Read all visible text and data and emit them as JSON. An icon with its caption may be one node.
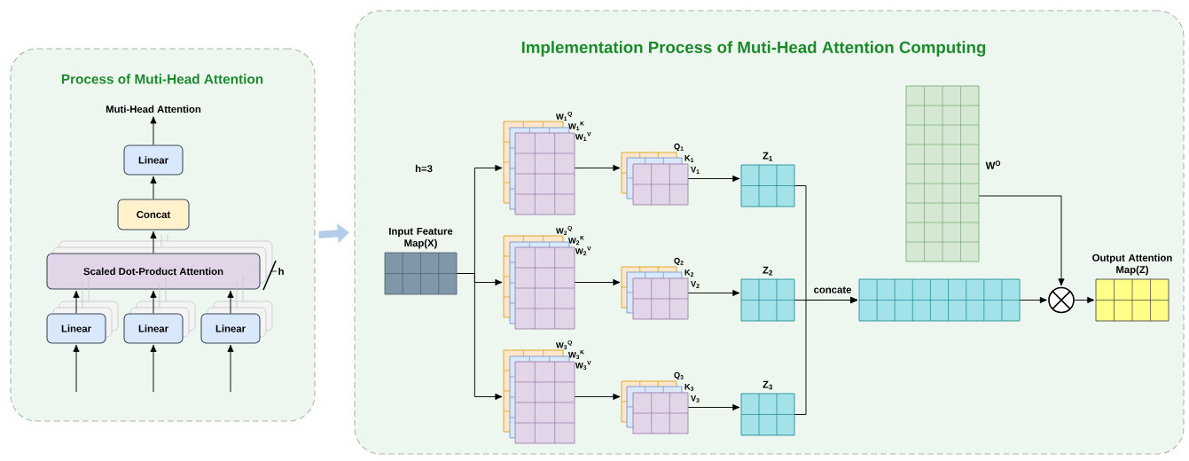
{
  "diagram": {
    "nodes": [
      {
        "text": [
          "Process of Muti-Head Attention"
        ]
      },
      {
        "text": [
          "Muti-Head Attention"
        ],
        "in": 0
      },
      {
        "text": [
          "Linear"
        ],
        "in": 0
      },
      {
        "text": [
          "Concat"
        ],
        "in": 0
      },
      {
        "text": [
          "Scaled Dot-Product Attention"
        ],
        "beside": [
          "h"
        ],
        "in": 0
      },
      {
        "text": [
          "Linear"
        ],
        "in": 0
      },
      {
        "text": [
          "Linear"
        ],
        "in": 0
      },
      {
        "text": [
          "Linear"
        ],
        "in": 0
      },
      {
        "text": [
          "Implementation Process of Muti-Head Attention Computing"
        ]
      },
      {
        "text": [
          "Input Feature Map(X)"
        ],
        "in": 8
      },
      {
        "text": [
          "W$_{1}$$^{Q}$",
          "W$_{1}$$^{K}$",
          "W$_{1}$$^{V}$"
        ],
        "in": 8
      },
      {
        "text": [
          "W$_{2}$$^{Q}$",
          "W$_{2}$$^{K}$",
          "W$_{2}$$^{V}$"
        ],
        "in": 8
      },
      {
        "text": [
          "W$_{3}$$^{Q}$",
          "W$_{3}$$^{K}$",
          "W$_{3}$$^{V}$"
        ],
        "in": 8
      },
      {
        "text": [
          "Q$_{1}$",
          "K$_{1}$",
          "V$_{1}$"
        ],
        "in": 8
      },
      {
        "text": [
          "Q$_{2}$",
          "K$_{2}$",
          "V$_{2}$"
        ],
        "in": 8
      },
      {
        "text": [
          "Q$_{3}$",
          "K$_{3}$",
          "V$_{3}$"
        ],
        "in": 8
      },
      {
        "text": [
          "Z$_{1}$"
        ],
        "in": 8
      },
      {
        "text": [
          "Z$_{2}$"
        ],
        "in": 8
      },
      {
        "text": [
          "Z$_{3}$"
        ],
        "in": 8
      },
      {
        "text": [],
        "shape": "box",
        "in": 8
      },
      {
        "text": [
          "W$^{O}$"
        ],
        "in": 8
      },
      {
        "text": [],
        "shape": "circle",
        "in": 8
      },
      {
        "text": [
          "Output Attention Map(Z)"
        ],
        "in": 8
      }
    ],
    "edges": [
      {
        "from": 2,
        "to": 1,
        "arrow": "to"
      },
      {
        "from": 3,
        "to": 2,
        "arrow": "to"
      },
      {
        "from": 4,
        "to": 3,
        "arrow": "to"
      },
      {
        "from": 5,
        "to": 4,
        "arrow": "to"
      },
      {
        "from": 6,
        "to": 4,
        "arrow": "to"
      },
      {
        "from": 7,
        "to": 4,
        "arrow": "to"
      },
      {
        "from": null,
        "to": 5,
        "arrow": "to"
      },
      {
        "from": null,
        "to": 6,
        "arrow": "to"
      },
      {
        "from": null,
        "to": 7,
        "arrow": "to"
      },
      {
        "from": 0,
        "to": 8,
        "arrow": "to",
        "style": "thick",
        "color": "#b4cdea"
      },
      {
        "from": 9,
        "to": 10,
        "arrow": "to"
      },
      {
        "from": 9,
        "to": 11,
        "arrow": "to"
      },
      {
        "from": 9,
        "to": 12,
        "arrow": "to"
      },
      {
        "from": 10,
        "to": 13,
        "arrow": "to"
      },
      {
        "from": 11,
        "to": 14,
        "arrow": "to"
      },
      {
        "from": 12,
        "to": 15,
        "arrow": "to"
      },
      {
        "from": 13,
        "to": 16,
        "arrow": "to"
      },
      {
        "from": 14,
        "to": 17,
        "arrow": "to"
      },
      {
        "from": 15,
        "to": 18,
        "arrow": "to"
      },
      {
        "from": 16,
        "to": 19,
        "arrow": "to"
      },
      {
        "from": 17,
        "to": 19,
        "arrow": "to",
        "label": "concate"
      },
      {
        "from": 18,
        "to": 19,
        "arrow": "to"
      },
      {
        "from": 19,
        "to": 21,
        "arrow": "to"
      },
      {
        "from": 20,
        "to": 21,
        "arrow": "to"
      },
      {
        "from": 21,
        "to": 22,
        "arrow": "to"
      }
    ],
    "labels": [
      "h=3"
    ]
  }
}
